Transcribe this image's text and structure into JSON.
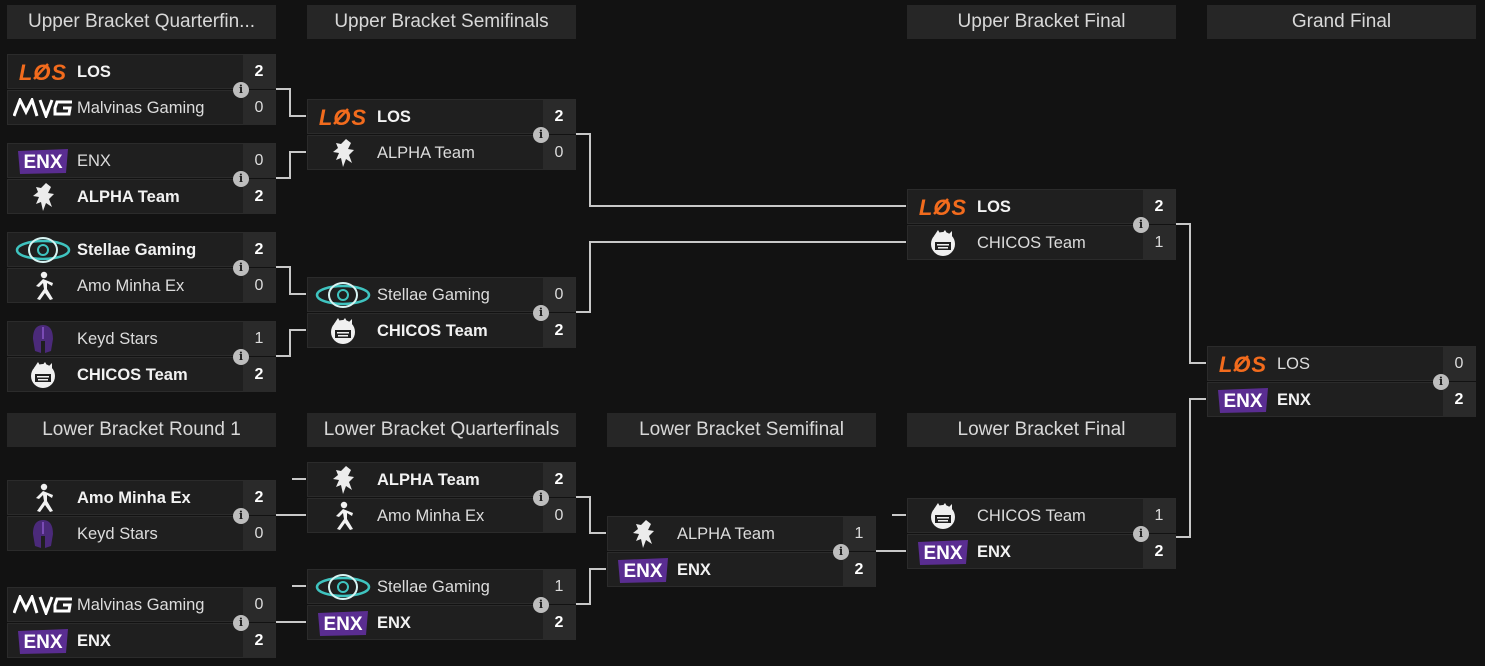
{
  "colors": {
    "background": "#121212",
    "los_orange": "#f26b1d",
    "enx_purple": "#5a2d91",
    "stellae_teal": "#3fc4c0",
    "keyd_purple": "#4b2a7a"
  },
  "rounds": {
    "ubqf": "Upper Bracket Quarterfin...",
    "ubsf": "Upper Bracket Semifinals",
    "ubf": "Upper Bracket Final",
    "gf": "Grand Final",
    "lbr1": "Lower Bracket Round 1",
    "lbqf": "Lower Bracket Quarterfinals",
    "lbsf": "Lower Bracket Semifinal",
    "lbf": "Lower Bracket Final"
  },
  "info_glyph": "i",
  "matches": {
    "ubqf1": {
      "top": {
        "name": "LOS",
        "score": "2",
        "logo": "los-logo"
      },
      "bottom": {
        "name": "Malvinas Gaming",
        "score": "0",
        "logo": "mvg-logo"
      }
    },
    "ubqf2": {
      "top": {
        "name": "ENX",
        "score": "0",
        "logo": "enx-logo"
      },
      "bottom": {
        "name": "ALPHA Team",
        "score": "2",
        "logo": "alpha-wolf-logo"
      }
    },
    "ubqf3": {
      "top": {
        "name": "Stellae Gaming",
        "score": "2",
        "logo": "stellae-logo"
      },
      "bottom": {
        "name": "Amo Minha Ex",
        "score": "0",
        "logo": "amo-figure-logo"
      }
    },
    "ubqf4": {
      "top": {
        "name": "Keyd Stars",
        "score": "1",
        "logo": "keyd-helmet-logo"
      },
      "bottom": {
        "name": "CHICOS Team",
        "score": "2",
        "logo": "chicos-logo"
      }
    },
    "ubsf1": {
      "top": {
        "name": "LOS",
        "score": "2",
        "logo": "los-logo"
      },
      "bottom": {
        "name": "ALPHA Team",
        "score": "0",
        "logo": "alpha-wolf-logo"
      }
    },
    "ubsf2": {
      "top": {
        "name": "Stellae Gaming",
        "score": "0",
        "logo": "stellae-logo"
      },
      "bottom": {
        "name": "CHICOS Team",
        "score": "2",
        "logo": "chicos-logo"
      }
    },
    "ubf": {
      "top": {
        "name": "LOS",
        "score": "2",
        "logo": "los-logo"
      },
      "bottom": {
        "name": "CHICOS Team",
        "score": "1",
        "logo": "chicos-logo"
      }
    },
    "gf": {
      "top": {
        "name": "LOS",
        "score": "0",
        "logo": "los-logo"
      },
      "bottom": {
        "name": "ENX",
        "score": "2",
        "logo": "enx-logo"
      }
    },
    "lbr1a": {
      "top": {
        "name": "Amo Minha Ex",
        "score": "2",
        "logo": "amo-figure-logo"
      },
      "bottom": {
        "name": "Keyd Stars",
        "score": "0",
        "logo": "keyd-helmet-logo"
      }
    },
    "lbr1b": {
      "top": {
        "name": "Malvinas Gaming",
        "score": "0",
        "logo": "mvg-logo"
      },
      "bottom": {
        "name": "ENX",
        "score": "2",
        "logo": "enx-logo"
      }
    },
    "lbqf1": {
      "top": {
        "name": "ALPHA Team",
        "score": "2",
        "logo": "alpha-wolf-logo"
      },
      "bottom": {
        "name": "Amo Minha Ex",
        "score": "0",
        "logo": "amo-figure-logo"
      }
    },
    "lbqf2": {
      "top": {
        "name": "Stellae Gaming",
        "score": "1",
        "logo": "stellae-logo"
      },
      "bottom": {
        "name": "ENX",
        "score": "2",
        "logo": "enx-logo"
      }
    },
    "lbsf": {
      "top": {
        "name": "ALPHA Team",
        "score": "1",
        "logo": "alpha-wolf-logo"
      },
      "bottom": {
        "name": "ENX",
        "score": "2",
        "logo": "enx-logo"
      }
    },
    "lbf": {
      "top": {
        "name": "CHICOS Team",
        "score": "1",
        "logo": "chicos-logo"
      },
      "bottom": {
        "name": "ENX",
        "score": "2",
        "logo": "enx-logo"
      }
    }
  },
  "logo_text": {
    "los": "LOS",
    "enx": "ENX"
  }
}
